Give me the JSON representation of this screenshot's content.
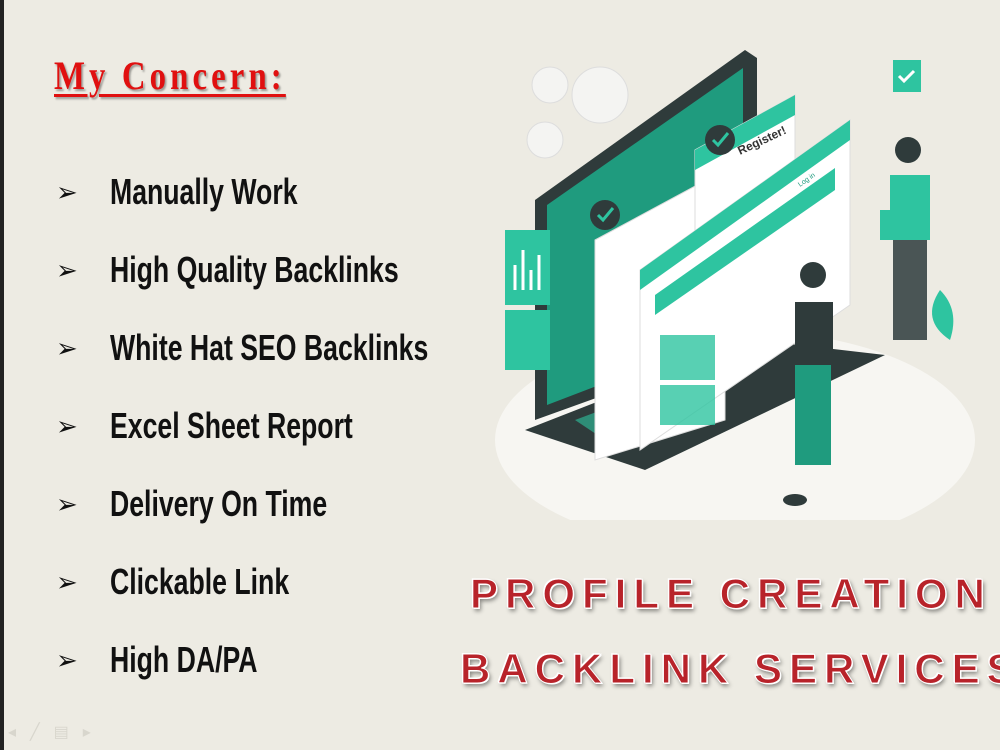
{
  "heading": "My Concern:",
  "features": [
    "Manually Work",
    "High Quality Backlinks",
    "White Hat SEO Backlinks",
    "Excel Sheet Report",
    "Delivery On Time",
    "Clickable Link",
    "High DA/PA"
  ],
  "bullet_glyph": "➢",
  "banner": {
    "line1": "PROFILE CREATION",
    "line2": "BACKLINK SERVICES"
  },
  "illustration": {
    "window_label": "Register!",
    "login_label": "Log in"
  },
  "slideshow_controls": [
    "prev-icon",
    "pen-icon",
    "menu-icon",
    "next-icon"
  ],
  "colors": {
    "background": "#edebe3",
    "heading": "#e01010",
    "banner": "#b8232a",
    "accent": "#2ec4a0",
    "dark": "#2f3b3b"
  }
}
